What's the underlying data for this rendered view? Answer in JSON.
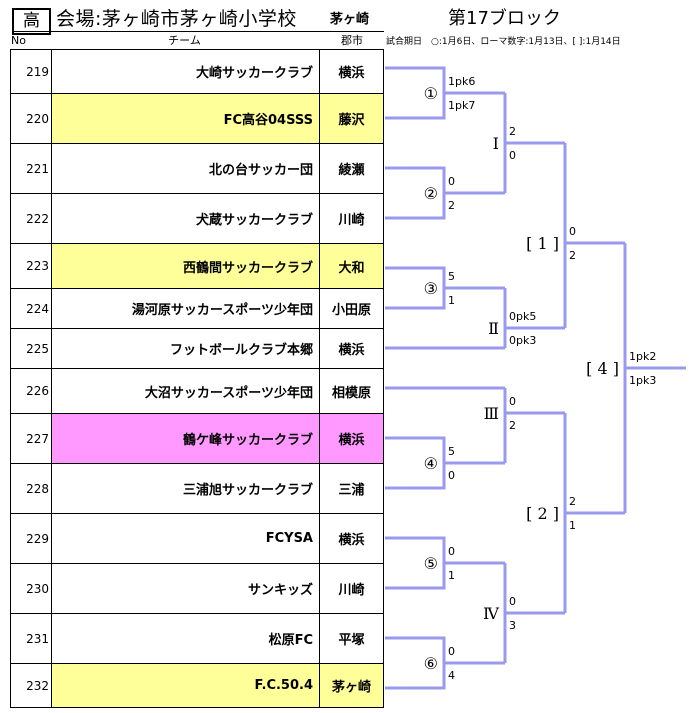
{
  "header": {
    "level": "高",
    "venue": "会場:茅ヶ崎市茅ヶ崎小学校",
    "city": "茅ヶ崎",
    "block_title": "第17ブロック",
    "schedule_note": "試合期日　○:1月6日、ローマ数字:1月13日、[ ]:1月14日"
  },
  "columns": {
    "no": "No",
    "team": "チーム",
    "city": "郡市"
  },
  "teams": [
    {
      "no": "219",
      "name": "大崎サッカークラブ",
      "city": "横浜",
      "highlight": ""
    },
    {
      "no": "220",
      "name": "FC高谷04SSS",
      "city": "藤沢",
      "highlight": "#ffff99"
    },
    {
      "no": "221",
      "name": "北の台サッカー団",
      "city": "綾瀬",
      "highlight": ""
    },
    {
      "no": "222",
      "name": "犬蔵サッカークラブ",
      "city": "川崎",
      "highlight": ""
    },
    {
      "no": "223",
      "name": "西鶴間サッカークラブ",
      "city": "大和",
      "highlight": "#ffff99"
    },
    {
      "no": "224",
      "name": "湯河原サッカースポーツ少年団",
      "city": "小田原",
      "highlight": ""
    },
    {
      "no": "225",
      "name": "フットボールクラブ本郷",
      "city": "横浜",
      "highlight": ""
    },
    {
      "no": "226",
      "name": "大沼サッカースポーツ少年団",
      "city": "相模原",
      "highlight": ""
    },
    {
      "no": "227",
      "name": "鶴ケ峰サッカークラブ",
      "city": "横浜",
      "highlight": "#ff99ff"
    },
    {
      "no": "228",
      "name": "三浦旭サッカークラブ",
      "city": "三浦",
      "highlight": ""
    },
    {
      "no": "229",
      "name": "FCYSA",
      "city": "横浜",
      "highlight": ""
    },
    {
      "no": "230",
      "name": "サンキッズ",
      "city": "川崎",
      "highlight": ""
    },
    {
      "no": "231",
      "name": "松原FC",
      "city": "平塚",
      "highlight": ""
    },
    {
      "no": "232",
      "name": "F.C.50.4",
      "city": "茅ヶ崎",
      "highlight": "#ffff99"
    }
  ],
  "bracket": {
    "line_color": "#9999ee",
    "matches": [
      {
        "id": "m1",
        "label": "①",
        "top_score": "1pk6",
        "bottom_score": "1pk7"
      },
      {
        "id": "m2",
        "label": "②",
        "top_score": "0",
        "bottom_score": "2"
      },
      {
        "id": "m3",
        "label": "③",
        "top_score": "5",
        "bottom_score": "1"
      },
      {
        "id": "m4",
        "label": "④",
        "top_score": "5",
        "bottom_score": "0"
      },
      {
        "id": "m5",
        "label": "⑤",
        "top_score": "0",
        "bottom_score": "1"
      },
      {
        "id": "m6",
        "label": "⑥",
        "top_score": "0",
        "bottom_score": "4"
      },
      {
        "id": "r1",
        "label": "Ⅰ",
        "top_score": "2",
        "bottom_score": "0"
      },
      {
        "id": "r2",
        "label": "Ⅱ",
        "top_score": "0pk5",
        "bottom_score": "0pk3"
      },
      {
        "id": "r3",
        "label": "Ⅲ",
        "top_score": "0",
        "bottom_score": "2"
      },
      {
        "id": "r4",
        "label": "Ⅳ",
        "top_score": "0",
        "bottom_score": "3"
      },
      {
        "id": "s1",
        "label": "[ 1 ]",
        "top_score": "0",
        "bottom_score": "2"
      },
      {
        "id": "s2",
        "label": "[ 2 ]",
        "top_score": "2",
        "bottom_score": "1"
      },
      {
        "id": "f1",
        "label": "[ 4 ]",
        "top_score": "1pk2",
        "bottom_score": "1pk3"
      }
    ]
  }
}
